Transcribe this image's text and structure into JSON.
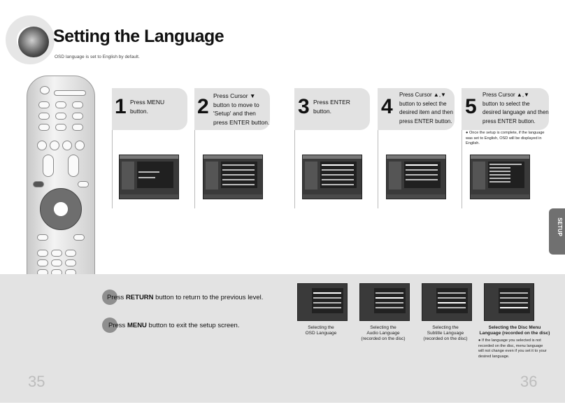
{
  "header": {
    "title": "Setting the Language",
    "subtitle": "OSD language is set to English by default."
  },
  "steps": [
    {
      "num": "1",
      "lines": [
        "Press MENU",
        "button."
      ]
    },
    {
      "num": "2",
      "lines": [
        "Press Cursor ▼",
        "button to move to",
        "'Setup' and then",
        "press ENTER button."
      ]
    },
    {
      "num": "3",
      "lines": [
        "Press ENTER",
        "button."
      ]
    },
    {
      "num": "4",
      "lines": [
        "Press Cursor ▲,▼",
        "button to select the",
        "desired item and then",
        "press ENTER button."
      ]
    },
    {
      "num": "5",
      "lines": [
        "Press Cursor ▲,▼",
        "button to select the",
        "desired language and then",
        "press ENTER button."
      ]
    }
  ],
  "step5_note": "Once the setup is complete, if the language was set to English, OSD will be displayed in English.",
  "side_tab": "SETUP",
  "bottom": {
    "return_line": {
      "prefix": "Press ",
      "key": "RETURN",
      "rest": " button to return to the previous level."
    },
    "menu_line": {
      "prefix": "Press ",
      "key": "MENU",
      "rest": " button to exit the setup screen."
    }
  },
  "captions": [
    {
      "lines": [
        "Selecting the",
        "OSD Language"
      ]
    },
    {
      "lines": [
        "Selecting the",
        "Audio Language",
        "(recorded on the disc)"
      ]
    },
    {
      "lines": [
        "Selecting the",
        "Subtitle Language",
        "(recorded on the disc)"
      ]
    },
    {
      "lines": [
        "Selecting the Disc Menu",
        "Language (recorded on the disc)"
      ]
    }
  ],
  "disc_menu_note": "If the language you selected is not recorded on the disc, menu language will not change even if you set it to your desired language.",
  "page_left": "35",
  "page_right": "36"
}
